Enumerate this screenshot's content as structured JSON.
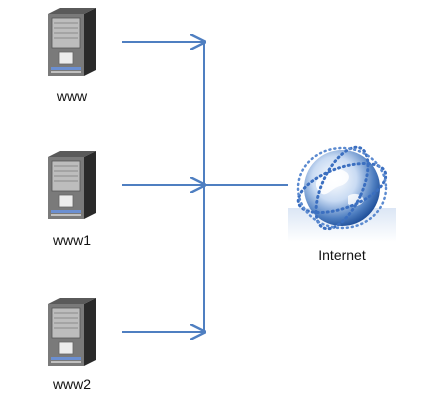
{
  "diagram": {
    "servers": [
      {
        "label": "www"
      },
      {
        "label": "www1"
      },
      {
        "label": "www2"
      }
    ],
    "internet": {
      "label": "Internet"
    },
    "connector_color": "#4f7fc1",
    "globe_color": "#1f4f9a",
    "icons": {
      "server": "server-tower-icon",
      "internet": "globe-icon"
    }
  }
}
